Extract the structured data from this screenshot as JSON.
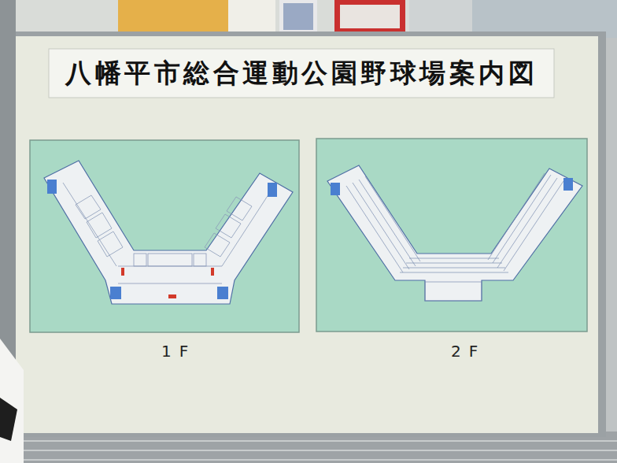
{
  "diagram": {
    "title": "八幡平市総合運動公園野球場案内図",
    "labels": [
      "1F",
      "2F"
    ]
  }
}
